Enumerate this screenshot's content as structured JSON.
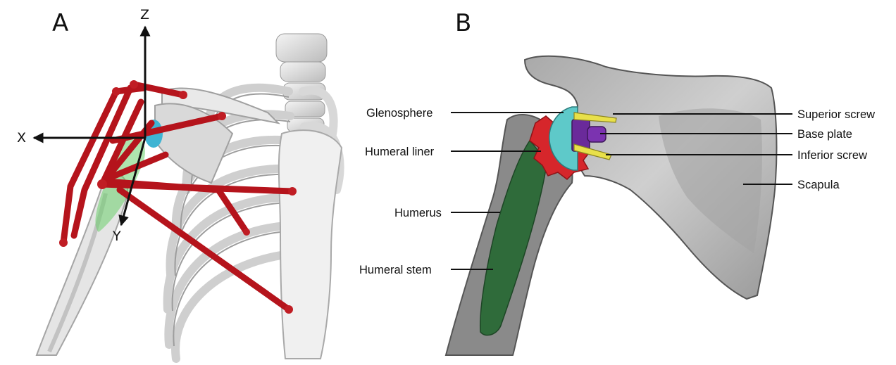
{
  "panels": {
    "a": {
      "letter": "A",
      "axes": {
        "z": "Z",
        "x": "X",
        "y": "Y"
      }
    },
    "b": {
      "letter": "B",
      "labels": {
        "glenosphere": "Glenosphere",
        "humeral_liner": "Humeral liner",
        "humerus": "Humerus",
        "humeral_stem": "Humeral stem",
        "superior_screw": "Superior screw",
        "base_plate": "Base plate",
        "inferior_screw": "Inferior screw",
        "scapula": "Scapula"
      }
    }
  },
  "colors": {
    "bone_light": "#e6e6e6",
    "bone_shadow": "#bdbdbd",
    "muscle_red": "#b5141c",
    "glenoid_blue": "#3fb4d3",
    "implant_green": "#6ccf6c",
    "section_gray": "#8a8a8a",
    "stem_green": "#2f6b3a",
    "liner_red": "#d6262b",
    "glenosphere_cyan": "#5ec9c9",
    "baseplate_purple": "#6a2a9a",
    "screw_yellow": "#e8e04a",
    "text": "#111111"
  }
}
